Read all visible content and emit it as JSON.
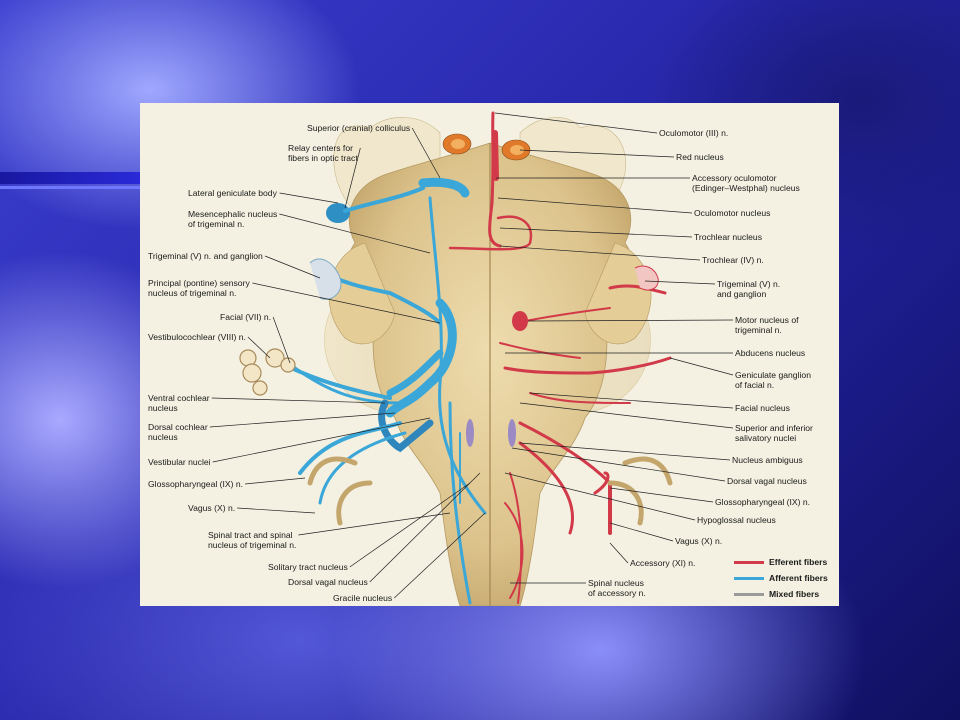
{
  "figure": {
    "left_labels": [
      {
        "id": "superior-colliculus",
        "lines": [
          "Superior (cranial) colliculus"
        ]
      },
      {
        "id": "relay-centers-optic",
        "lines": [
          "Relay centers for",
          "fibers in optic tract"
        ]
      },
      {
        "id": "lateral-geniculate",
        "lines": [
          "Lateral geniculate body"
        ]
      },
      {
        "id": "mesencephalic-nucleus",
        "lines": [
          "Mesencephalic nucleus",
          "of trigeminal n."
        ]
      },
      {
        "id": "trigeminal-ganglion-left",
        "lines": [
          "Trigeminal (V) n. and ganglion"
        ]
      },
      {
        "id": "principal-sensory",
        "lines": [
          "Principal (pontine) sensory",
          "nucleus of trigeminal n."
        ]
      },
      {
        "id": "facial-n",
        "lines": [
          "Facial (VII) n."
        ]
      },
      {
        "id": "vestibulocochlear-n",
        "lines": [
          "Vestibulocochlear (VIII) n."
        ]
      },
      {
        "id": "ventral-cochlear",
        "lines": [
          "Ventral cochlear",
          "nucleus"
        ]
      },
      {
        "id": "dorsal-cochlear",
        "lines": [
          "Dorsal cochlear",
          "nucleus"
        ]
      },
      {
        "id": "vestibular-nuclei",
        "lines": [
          "Vestibular nuclei"
        ]
      },
      {
        "id": "glossopharyngeal-left",
        "lines": [
          "Glossopharyngeal (IX) n."
        ]
      },
      {
        "id": "vagus-left",
        "lines": [
          "Vagus (X) n."
        ]
      },
      {
        "id": "spinal-tract-trigeminal",
        "lines": [
          "Spinal tract and spinal",
          "nucleus of trigeminal n."
        ]
      },
      {
        "id": "solitary-tract",
        "lines": [
          "Solitary tract nucleus"
        ]
      },
      {
        "id": "dorsal-vagal-bottom",
        "lines": [
          "Dorsal vagal nucleus"
        ]
      },
      {
        "id": "gracile-nucleus",
        "lines": [
          "Gracile nucleus"
        ]
      }
    ],
    "right_labels": [
      {
        "id": "oculomotor-n",
        "lines": [
          "Oculomotor (III) n."
        ]
      },
      {
        "id": "red-nucleus",
        "lines": [
          "Red nucleus"
        ]
      },
      {
        "id": "accessory-oculomotor",
        "lines": [
          "Accessory oculomotor",
          "(Edinger–Westphal) nucleus"
        ]
      },
      {
        "id": "oculomotor-nucleus",
        "lines": [
          "Oculomotor nucleus"
        ]
      },
      {
        "id": "trochlear-nucleus",
        "lines": [
          "Trochlear nucleus"
        ]
      },
      {
        "id": "trochlear-n",
        "lines": [
          "Trochlear (IV) n."
        ]
      },
      {
        "id": "trigeminal-ganglion-right",
        "lines": [
          "Trigeminal (V) n.",
          "and ganglion"
        ]
      },
      {
        "id": "motor-trigeminal",
        "lines": [
          "Motor nucleus of",
          "trigeminal n."
        ]
      },
      {
        "id": "abducens-nucleus",
        "lines": [
          "Abducens nucleus"
        ]
      },
      {
        "id": "geniculate-ganglion",
        "lines": [
          "Geniculate ganglion",
          "of facial n."
        ]
      },
      {
        "id": "facial-nucleus",
        "lines": [
          "Facial nucleus"
        ]
      },
      {
        "id": "salivatory-nuclei",
        "lines": [
          "Superior and inferior",
          "salivatory nuclei"
        ]
      },
      {
        "id": "nucleus-ambiguus",
        "lines": [
          "Nucleus ambiguus"
        ]
      },
      {
        "id": "dorsal-vagal-right",
        "lines": [
          "Dorsal vagal nucleus"
        ]
      },
      {
        "id": "glossopharyngeal-right",
        "lines": [
          "Glossopharyngeal (IX) n."
        ]
      },
      {
        "id": "hypoglossal-nucleus",
        "lines": [
          "Hypoglossal nucleus"
        ]
      },
      {
        "id": "vagus-right",
        "lines": [
          "Vagus (X) n."
        ]
      },
      {
        "id": "accessory-n",
        "lines": [
          "Accessory (XI) n."
        ]
      },
      {
        "id": "spinal-accessory",
        "lines": [
          "Spinal nucleus",
          "of accessory n."
        ]
      }
    ],
    "legend": [
      {
        "id": "efferent",
        "label": "Efferent fibers",
        "color": "#d23a4a"
      },
      {
        "id": "afferent",
        "label": "Afferent fibers",
        "color": "#3aa7d8"
      },
      {
        "id": "mixed",
        "label": "Mixed fibers",
        "color": "#9a9a9a"
      }
    ]
  },
  "colors": {
    "tissue": "#e6d3a0",
    "tissue_shadow": "#c9ad72",
    "efferent": "#d23a4a",
    "afferent": "#3aa7d8",
    "red_nucleus": "#e07a2a",
    "figure_bg": "#f4f1e2"
  }
}
